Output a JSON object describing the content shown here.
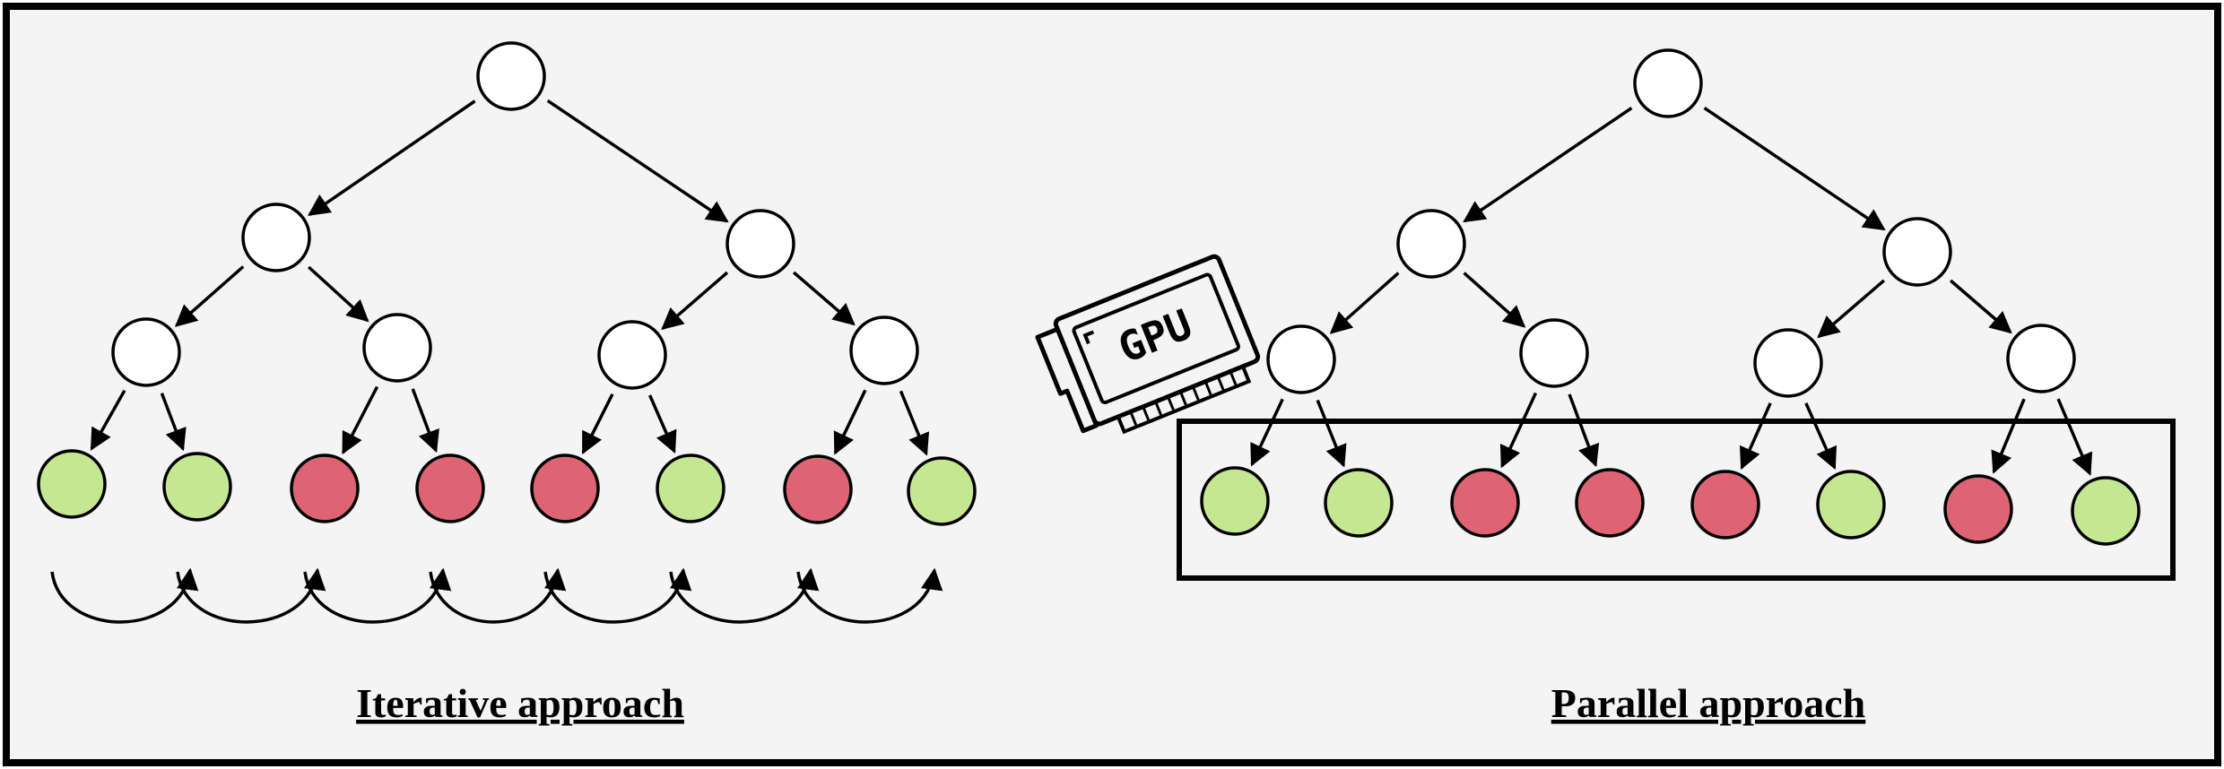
{
  "colors": {
    "background": "#f4f4f4",
    "border": "#000000",
    "node_fill": "#ffffff",
    "green_leaf": "#c4e792",
    "red_leaf": "#de6473",
    "stroke": "#000000"
  },
  "iterative": {
    "caption": "Iterative approach",
    "leaves": [
      "green",
      "green",
      "red",
      "red",
      "red",
      "green",
      "red",
      "green"
    ]
  },
  "parallel": {
    "caption": "Parallel approach",
    "gpu_label": "GPU",
    "leaves": [
      "green",
      "green",
      "red",
      "red",
      "red",
      "green",
      "red",
      "green"
    ]
  }
}
